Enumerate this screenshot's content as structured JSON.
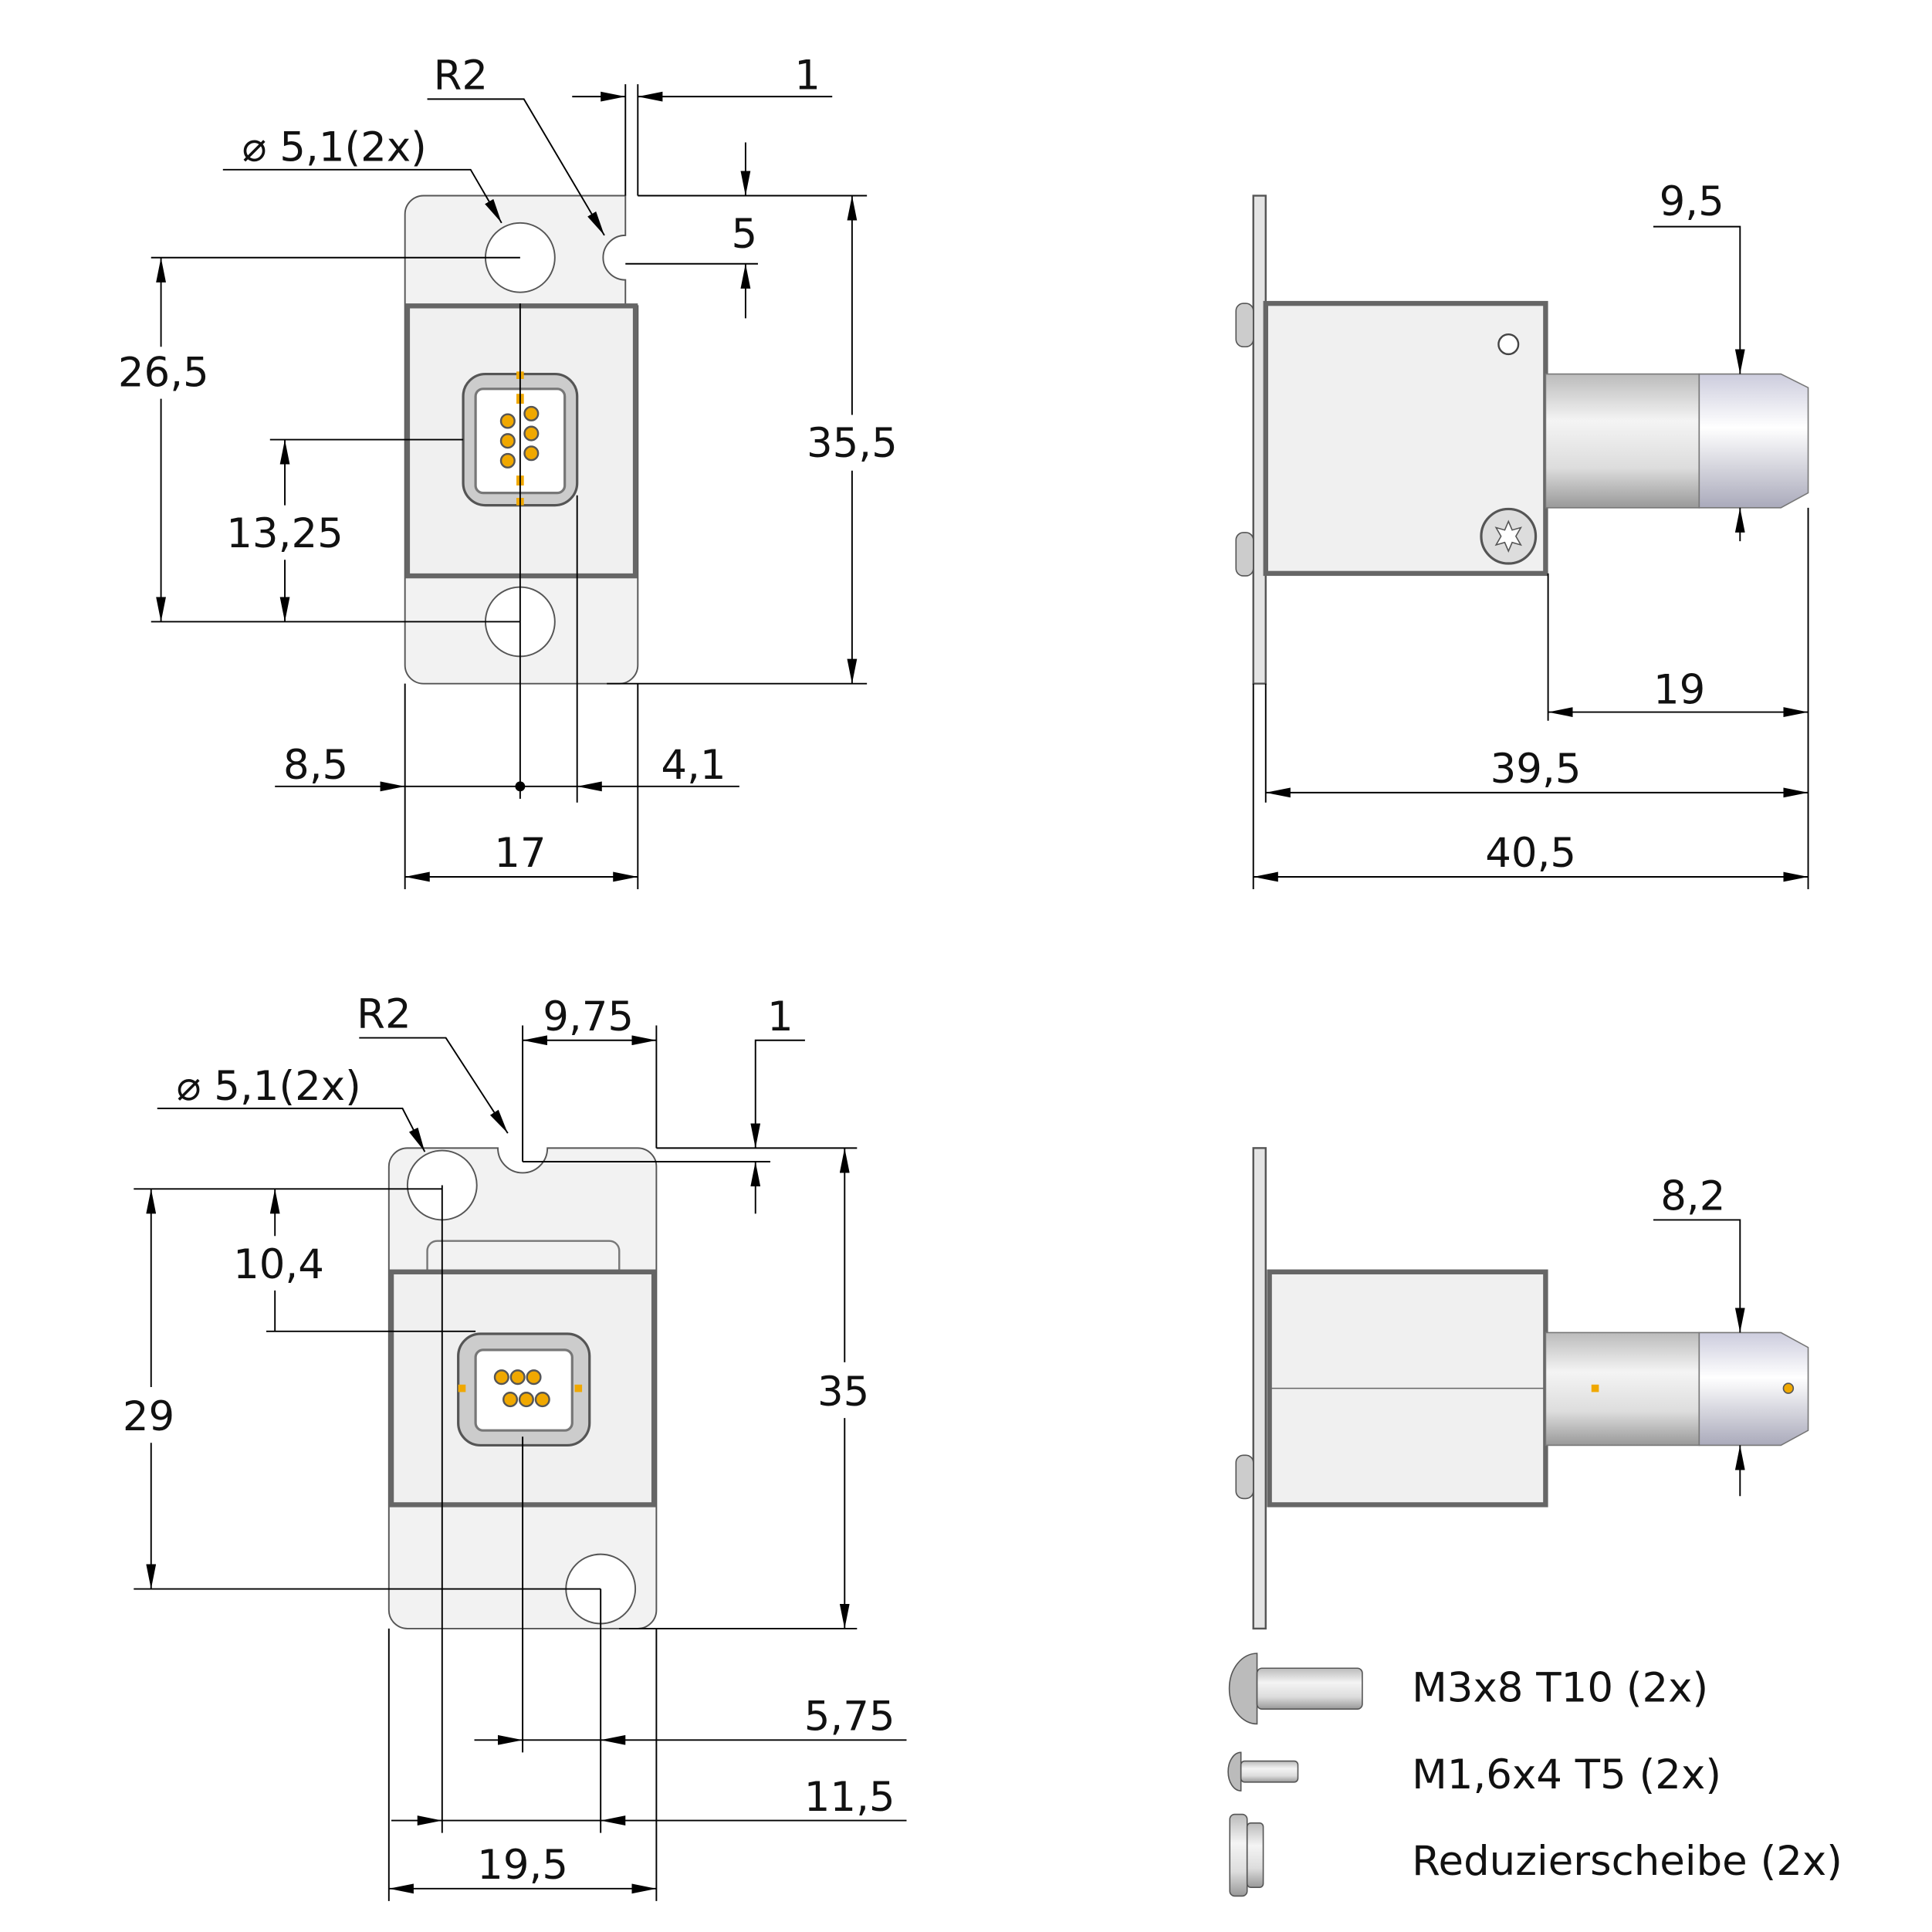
{
  "colors": {
    "pin": "#f0a800",
    "plate": "#f2f2f2",
    "housing_edge": "#666666"
  },
  "views": {
    "top_front": {
      "r2": "R2",
      "hole": "⌀ 5,1(2x)",
      "slot_width": "1",
      "slot_depth": "5",
      "height": "35,5",
      "hole_spacing": "26,5",
      "connector_offset": "13,25",
      "center_x": "8,5",
      "edge_offset": "4,1",
      "width": "17"
    },
    "top_side": {
      "tip": "9,5",
      "extension": "19",
      "body_length": "39,5",
      "total_length": "40,5"
    },
    "bottom_front": {
      "r2": "R2",
      "hole": "⌀ 5,1(2x)",
      "notch_pos": "9,75",
      "notch_depth": "1",
      "height": "35",
      "hole_offset": "10,4",
      "hole_spacing": "29",
      "offset_a": "5,75",
      "offset_b": "11,5",
      "width": "19,5"
    },
    "bottom_side": {
      "tip": "8,2"
    }
  },
  "legend": [
    {
      "label": "M3x8 T10 (2x)",
      "icon": "screw-large-icon"
    },
    {
      "label": "M1,6x4 T5 (2x)",
      "icon": "screw-small-icon"
    },
    {
      "label": "Reduzierscheibe (2x)",
      "icon": "washer-icon"
    }
  ]
}
